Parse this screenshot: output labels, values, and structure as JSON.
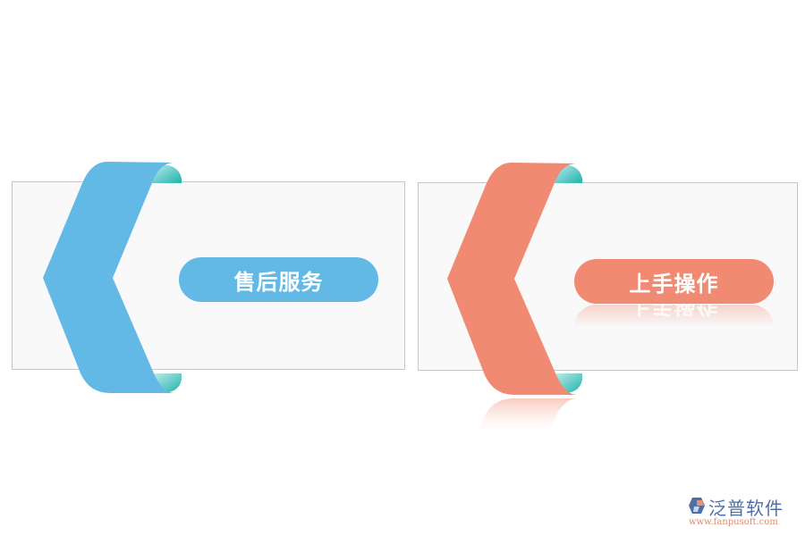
{
  "cards": [
    {
      "label": "售后服务",
      "ribbon_color": "#62b9e6",
      "fold_color": "#2ec0bb",
      "has_reflection": false
    },
    {
      "label": "上手操作",
      "ribbon_color": "#f08a72",
      "fold_color": "#2ec0bb",
      "has_reflection": true
    }
  ],
  "logo": {
    "name": "泛普软件",
    "url": "www.fanpusoft.com"
  },
  "colors": {
    "blue": "#62b9e6",
    "orange": "#f08a72",
    "teal": "#2ec0bb",
    "panel_bg": "#f9f9f9",
    "panel_border": "#c6c6c6"
  }
}
